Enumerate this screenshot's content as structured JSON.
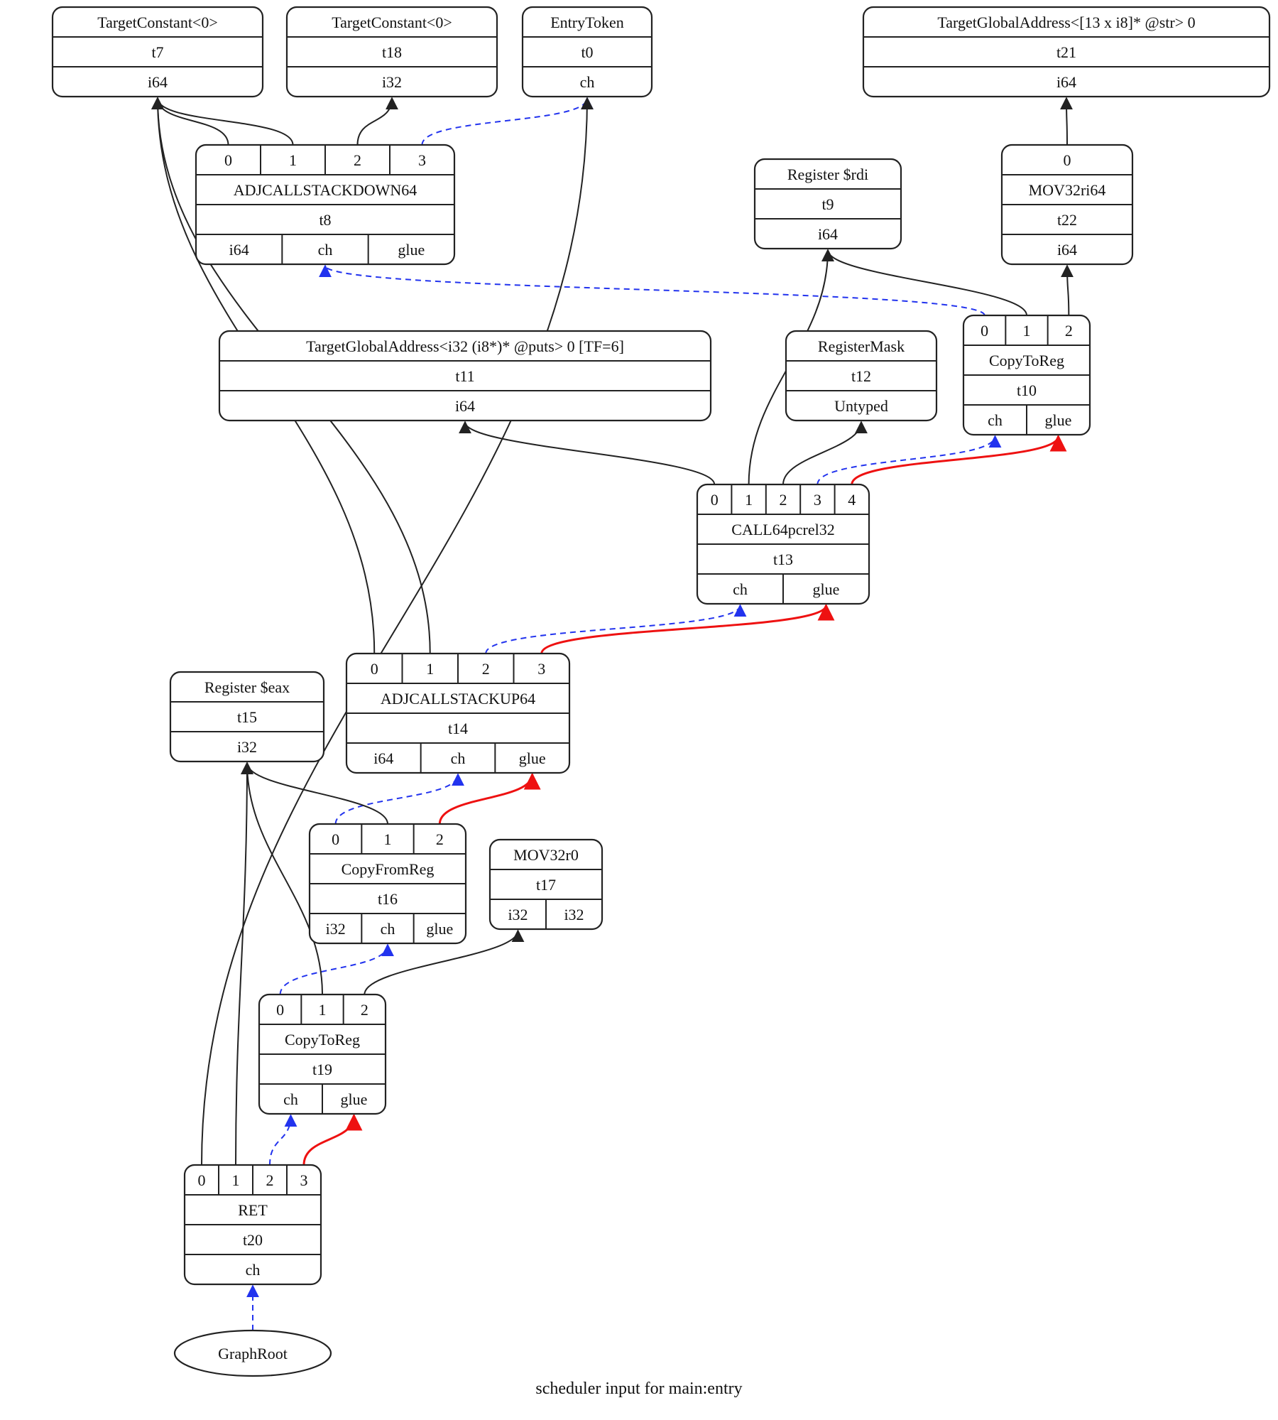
{
  "caption": "scheduler input for main:entry",
  "colors": {
    "data_edge": "#222222",
    "chain_edge": "#2233ee",
    "glue_edge": "#ee1111"
  },
  "nodes": {
    "t7": {
      "inputs": [],
      "op": "TargetConstant<0>",
      "id": "t7",
      "results": [
        "i64"
      ]
    },
    "t18": {
      "inputs": [],
      "op": "TargetConstant<0>",
      "id": "t18",
      "results": [
        "i32"
      ]
    },
    "t0": {
      "inputs": [],
      "op": "EntryToken",
      "id": "t0",
      "results": [
        "ch"
      ]
    },
    "t21": {
      "inputs": [],
      "op": "TargetGlobalAddress<[13 x i8]* @str> 0",
      "id": "t21",
      "results": [
        "i64"
      ]
    },
    "t8": {
      "inputs": [
        "0",
        "1",
        "2",
        "3"
      ],
      "op": "ADJCALLSTACKDOWN64",
      "id": "t8",
      "results": [
        "i64",
        "ch",
        "glue"
      ]
    },
    "t9": {
      "inputs": [],
      "op": "Register $rdi",
      "id": "t9",
      "results": [
        "i64"
      ]
    },
    "t22": {
      "inputs": [
        "0"
      ],
      "op": "MOV32ri64",
      "id": "t22",
      "results": [
        "i64"
      ]
    },
    "t11": {
      "inputs": [],
      "op": "TargetGlobalAddress<i32 (i8*)* @puts> 0 [TF=6]",
      "id": "t11",
      "results": [
        "i64"
      ]
    },
    "t12": {
      "inputs": [],
      "op": "RegisterMask",
      "id": "t12",
      "results": [
        "Untyped"
      ]
    },
    "t10": {
      "inputs": [
        "0",
        "1",
        "2"
      ],
      "op": "CopyToReg",
      "id": "t10",
      "results": [
        "ch",
        "glue"
      ]
    },
    "t13": {
      "inputs": [
        "0",
        "1",
        "2",
        "3",
        "4"
      ],
      "op": "CALL64pcrel32",
      "id": "t13",
      "results": [
        "ch",
        "glue"
      ]
    },
    "t15": {
      "inputs": [],
      "op": "Register $eax",
      "id": "t15",
      "results": [
        "i32"
      ]
    },
    "t14": {
      "inputs": [
        "0",
        "1",
        "2",
        "3"
      ],
      "op": "ADJCALLSTACKUP64",
      "id": "t14",
      "results": [
        "i64",
        "ch",
        "glue"
      ]
    },
    "t16": {
      "inputs": [
        "0",
        "1",
        "2"
      ],
      "op": "CopyFromReg",
      "id": "t16",
      "results": [
        "i32",
        "ch",
        "glue"
      ]
    },
    "t17": {
      "inputs": [],
      "op": "MOV32r0",
      "id": "t17",
      "results": [
        "i32",
        "i32"
      ]
    },
    "t19": {
      "inputs": [
        "0",
        "1",
        "2"
      ],
      "op": "CopyToReg",
      "id": "t19",
      "results": [
        "ch",
        "glue"
      ]
    },
    "t20": {
      "inputs": [
        "0",
        "1",
        "2",
        "3"
      ],
      "op": "RET",
      "id": "t20",
      "results": [
        "ch"
      ]
    }
  },
  "root": {
    "label": "GraphRoot"
  },
  "edges": [
    {
      "from": "t8",
      "port": 0,
      "to": "t7",
      "to_result": 0,
      "kind": "data"
    },
    {
      "from": "t8",
      "port": 1,
      "to": "t7",
      "to_result": 0,
      "kind": "data"
    },
    {
      "from": "t8",
      "port": 2,
      "to": "t18",
      "to_result": 0,
      "kind": "data"
    },
    {
      "from": "t8",
      "port": 3,
      "to": "t0",
      "to_result": 0,
      "kind": "chain"
    },
    {
      "from": "t22",
      "port": 0,
      "to": "t21",
      "to_result": 0,
      "kind": "data"
    },
    {
      "from": "t10",
      "port": 0,
      "to": "t8",
      "to_result": 1,
      "kind": "chain"
    },
    {
      "from": "t10",
      "port": 1,
      "to": "t9",
      "to_result": 0,
      "kind": "data"
    },
    {
      "from": "t10",
      "port": 2,
      "to": "t22",
      "to_result": 0,
      "kind": "data"
    },
    {
      "from": "t13",
      "port": 0,
      "to": "t11",
      "to_result": 0,
      "kind": "data"
    },
    {
      "from": "t13",
      "port": 1,
      "to": "t9",
      "to_result": 0,
      "kind": "data"
    },
    {
      "from": "t13",
      "port": 2,
      "to": "t12",
      "to_result": 0,
      "kind": "data"
    },
    {
      "from": "t13",
      "port": 3,
      "to": "t10",
      "to_result": 0,
      "kind": "chain"
    },
    {
      "from": "t13",
      "port": 4,
      "to": "t10",
      "to_result": 1,
      "kind": "glue"
    },
    {
      "from": "t14",
      "port": 0,
      "to": "t7",
      "to_result": 0,
      "kind": "data"
    },
    {
      "from": "t14",
      "port": 1,
      "to": "t7",
      "to_result": 0,
      "kind": "data"
    },
    {
      "from": "t14",
      "port": 2,
      "to": "t13",
      "to_result": 0,
      "kind": "chain"
    },
    {
      "from": "t14",
      "port": 3,
      "to": "t13",
      "to_result": 1,
      "kind": "glue"
    },
    {
      "from": "t16",
      "port": 0,
      "to": "t14",
      "to_result": 1,
      "kind": "chain"
    },
    {
      "from": "t16",
      "port": 1,
      "to": "t15",
      "to_result": 0,
      "kind": "data"
    },
    {
      "from": "t16",
      "port": 2,
      "to": "t14",
      "to_result": 2,
      "kind": "glue"
    },
    {
      "from": "t19",
      "port": 0,
      "to": "t16",
      "to_result": 1,
      "kind": "chain"
    },
    {
      "from": "t19",
      "port": 1,
      "to": "t15",
      "to_result": 0,
      "kind": "data"
    },
    {
      "from": "t19",
      "port": 2,
      "to": "t17",
      "to_result": 0,
      "kind": "data"
    },
    {
      "from": "t20",
      "port": 0,
      "to": "t0",
      "to_result": 0,
      "kind": "data"
    },
    {
      "from": "t20",
      "port": 1,
      "to": "t15",
      "to_result": 0,
      "kind": "data"
    },
    {
      "from": "t20",
      "port": 2,
      "to": "t19",
      "to_result": 0,
      "kind": "chain"
    },
    {
      "from": "t20",
      "port": 3,
      "to": "t19",
      "to_result": 1,
      "kind": "glue"
    },
    {
      "from": "root",
      "port": 0,
      "to": "t20",
      "to_result": 0,
      "kind": "chain"
    }
  ]
}
